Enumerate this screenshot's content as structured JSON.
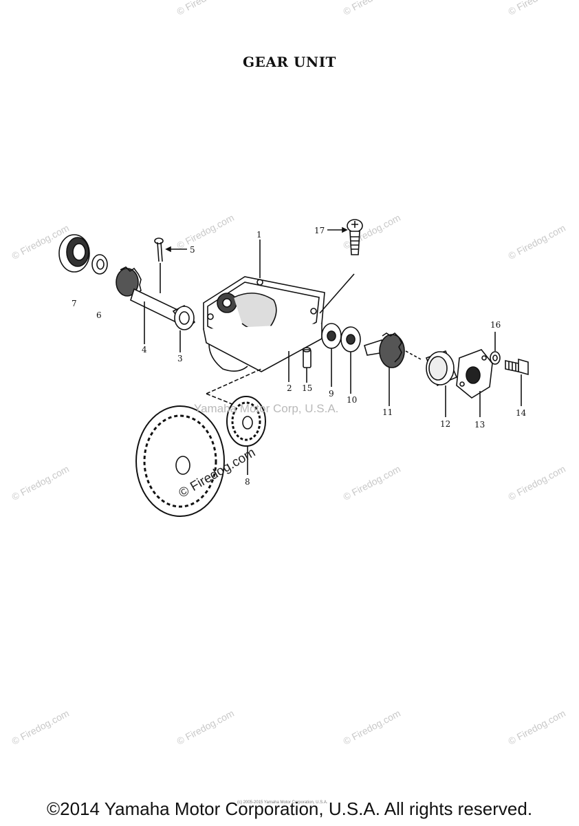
{
  "title": "GEAR UNIT",
  "watermark_text": "© Firedog.com",
  "diagram_watermark": "© Firedog.com",
  "corp_watermark": "Yamaha Motor Corp, U.S.A.",
  "footer": "©2014 Yamaha Motor Corporation, U.S.A. All rights reserved.",
  "small_note": "(c) 2005-2015 Yamaha Motor Corporation, U.S.A.",
  "callouts": [
    "1",
    "2",
    "3",
    "4",
    "5",
    "6",
    "7",
    "8",
    "9",
    "10",
    "11",
    "12",
    "13",
    "14",
    "15",
    "16",
    "17"
  ]
}
